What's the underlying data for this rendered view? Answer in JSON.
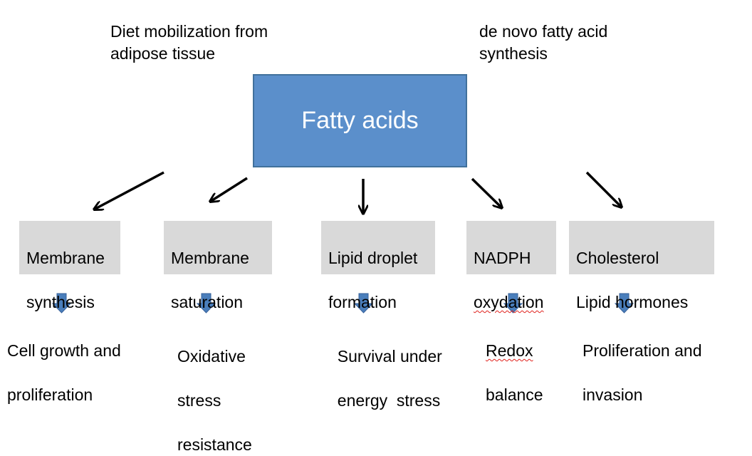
{
  "sources": {
    "left": "Diet mobilization from\nadipose tissue",
    "right": "de novo fatty acid\nsynthesis"
  },
  "center": {
    "label": "Fatty acids",
    "fill": "#5B8FCB",
    "border": "#41719C"
  },
  "processes": [
    {
      "line1": "Membrane",
      "line2": "synthesis"
    },
    {
      "line1": "Membrane",
      "line2": "saturation"
    },
    {
      "line1": "Lipid droplet",
      "line2": "formation"
    },
    {
      "line1": "NADPH",
      "line2": "oxydation"
    },
    {
      "line1": "Cholesterol",
      "line2": "Lipid hormones"
    }
  ],
  "outcomes": [
    {
      "line1": "Cell growth and",
      "line2": "proliferation"
    },
    {
      "line1": "Oxidative",
      "line2": "stress",
      "line3": "resistance"
    },
    {
      "line1": "Survival under",
      "line2": "energy  stress"
    },
    {
      "line1": "Redox",
      "line2": "balance"
    },
    {
      "line1": "Proliferation and",
      "line2": "invasion"
    }
  ],
  "colors": {
    "process_box": "#D9D9D9",
    "down_arrow": "#4A7EBB",
    "spellcheck_underline": "#E0201B"
  },
  "icons": {
    "connector": "black-arrow",
    "result": "blue-down-arrow"
  }
}
